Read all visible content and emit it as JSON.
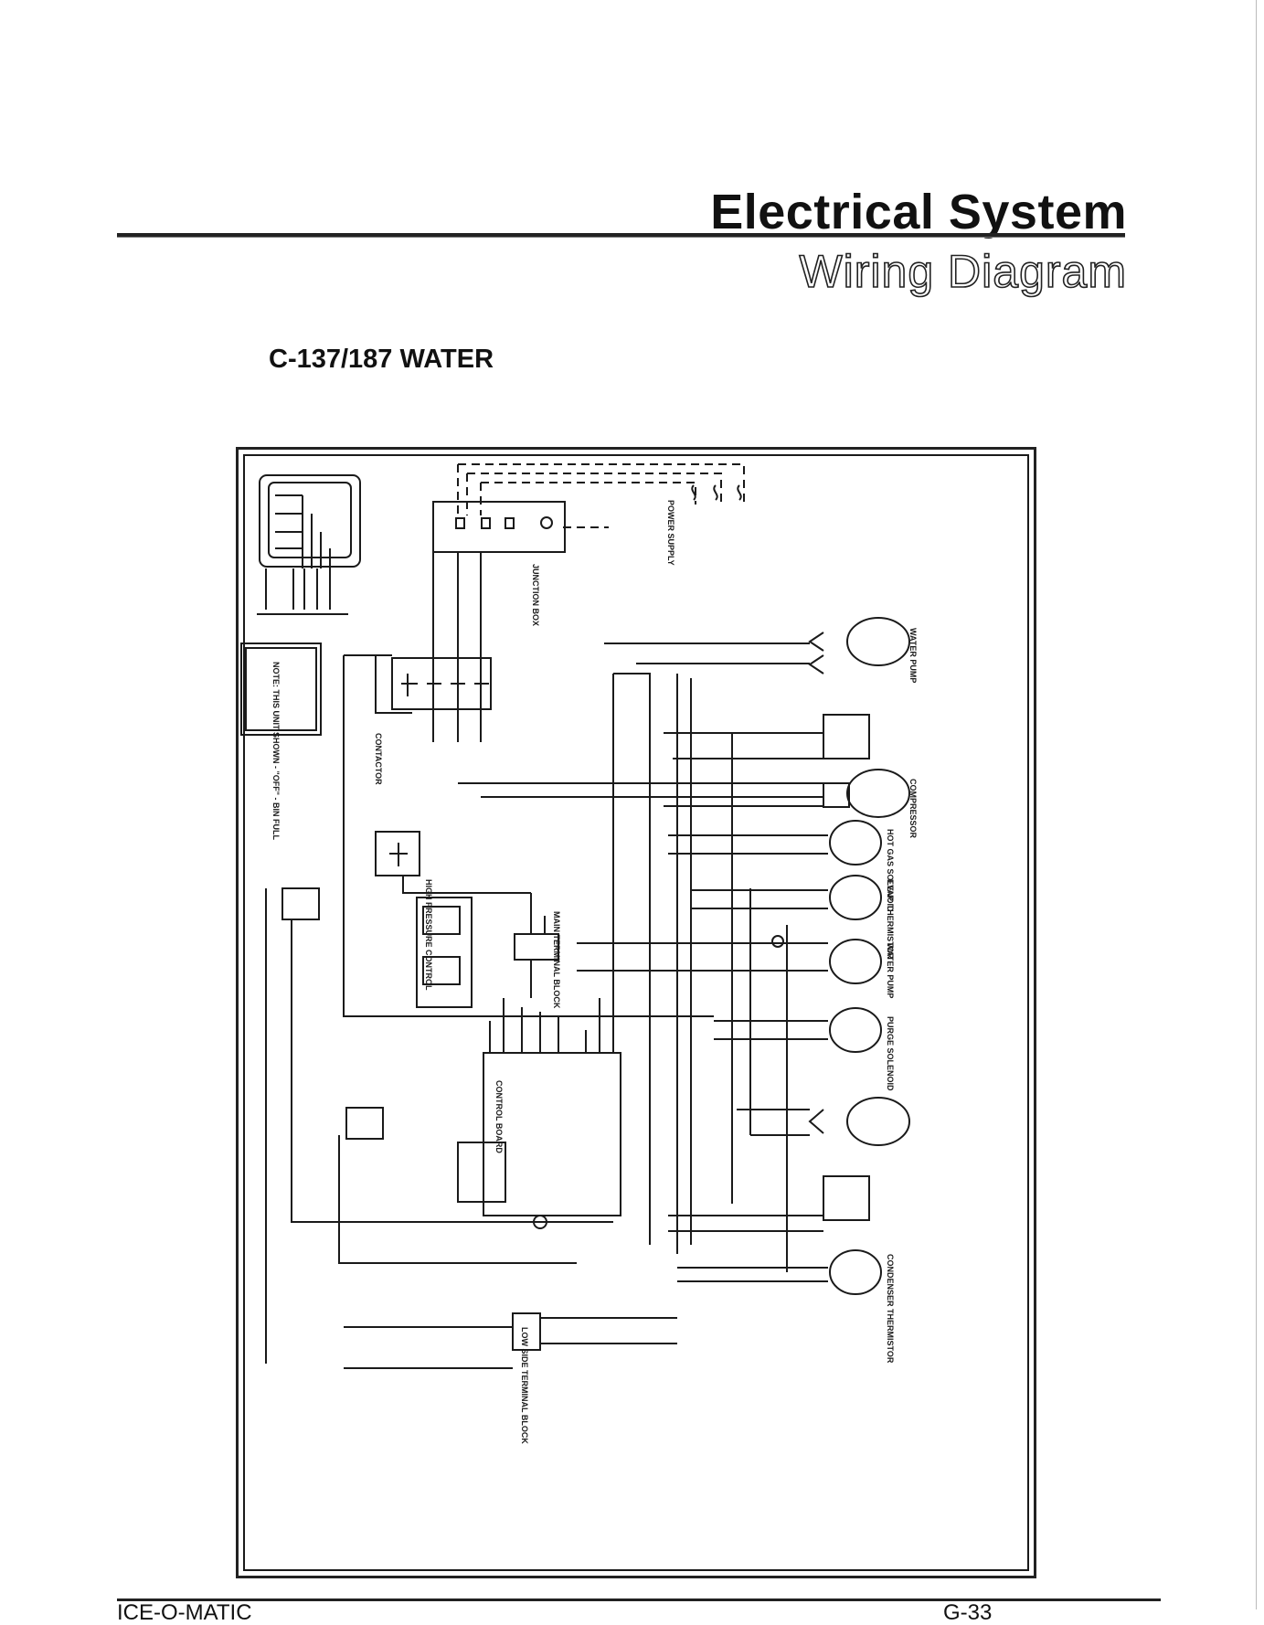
{
  "header": {
    "section_title": "Electrical System",
    "section_subtitle": "Wiring Diagram"
  },
  "model_title": "C-137/187 WATER",
  "diagram": {
    "note_box_label": "NOTE THIS UNIT SHOWN - \"OFF\" - BIN FULL",
    "colors": {
      "line": "#1a1a1a",
      "dashed": "#1a1a1a"
    }
  },
  "footer": {
    "brand": "ICE-O-MATIC",
    "page": "G-33"
  }
}
